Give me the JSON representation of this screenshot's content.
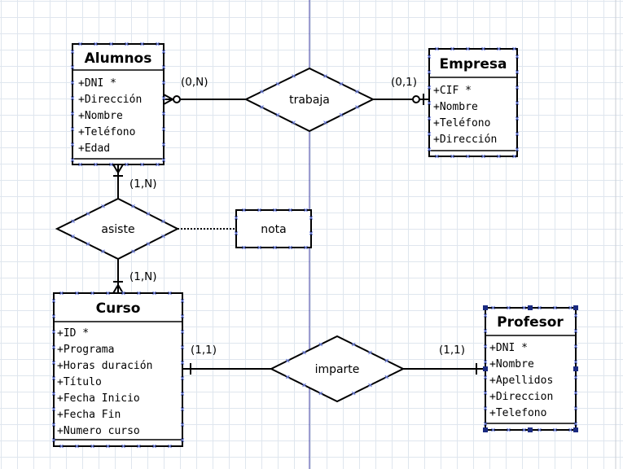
{
  "entities": {
    "alumnos": {
      "title": "Alumnos",
      "attributes": [
        "+DNI *",
        "+Dirección",
        "+Nombre",
        "+Teléfono",
        "+Edad"
      ]
    },
    "empresa": {
      "title": "Empresa",
      "attributes": [
        "+CIF *",
        "+Nombre",
        "+Teléfono",
        "+Dirección"
      ]
    },
    "curso": {
      "title": "Curso",
      "attributes": [
        "+ID *",
        "+Programa",
        "+Horas duración",
        "+Título",
        "+Fecha Inicio",
        "+Fecha Fin",
        "+Numero curso"
      ]
    },
    "profesor": {
      "title": "Profesor",
      "attributes": [
        "+DNI *",
        "+Nombre",
        "+Apellidos",
        "+Direccion",
        "+Telefono"
      ]
    }
  },
  "relationships": {
    "trabaja": {
      "label": "trabaja"
    },
    "asiste": {
      "label": "asiste"
    },
    "imparte": {
      "label": "imparte"
    }
  },
  "attribute_box": {
    "label": "nota"
  },
  "cardinalities": {
    "alumnos_trabaja": "(0,N)",
    "empresa_trabaja": "(0,1)",
    "alumnos_asiste": "(1,N)",
    "curso_asiste": "(1,N)",
    "curso_imparte": "(1,1)",
    "profesor_imparte": "(1,1)"
  }
}
